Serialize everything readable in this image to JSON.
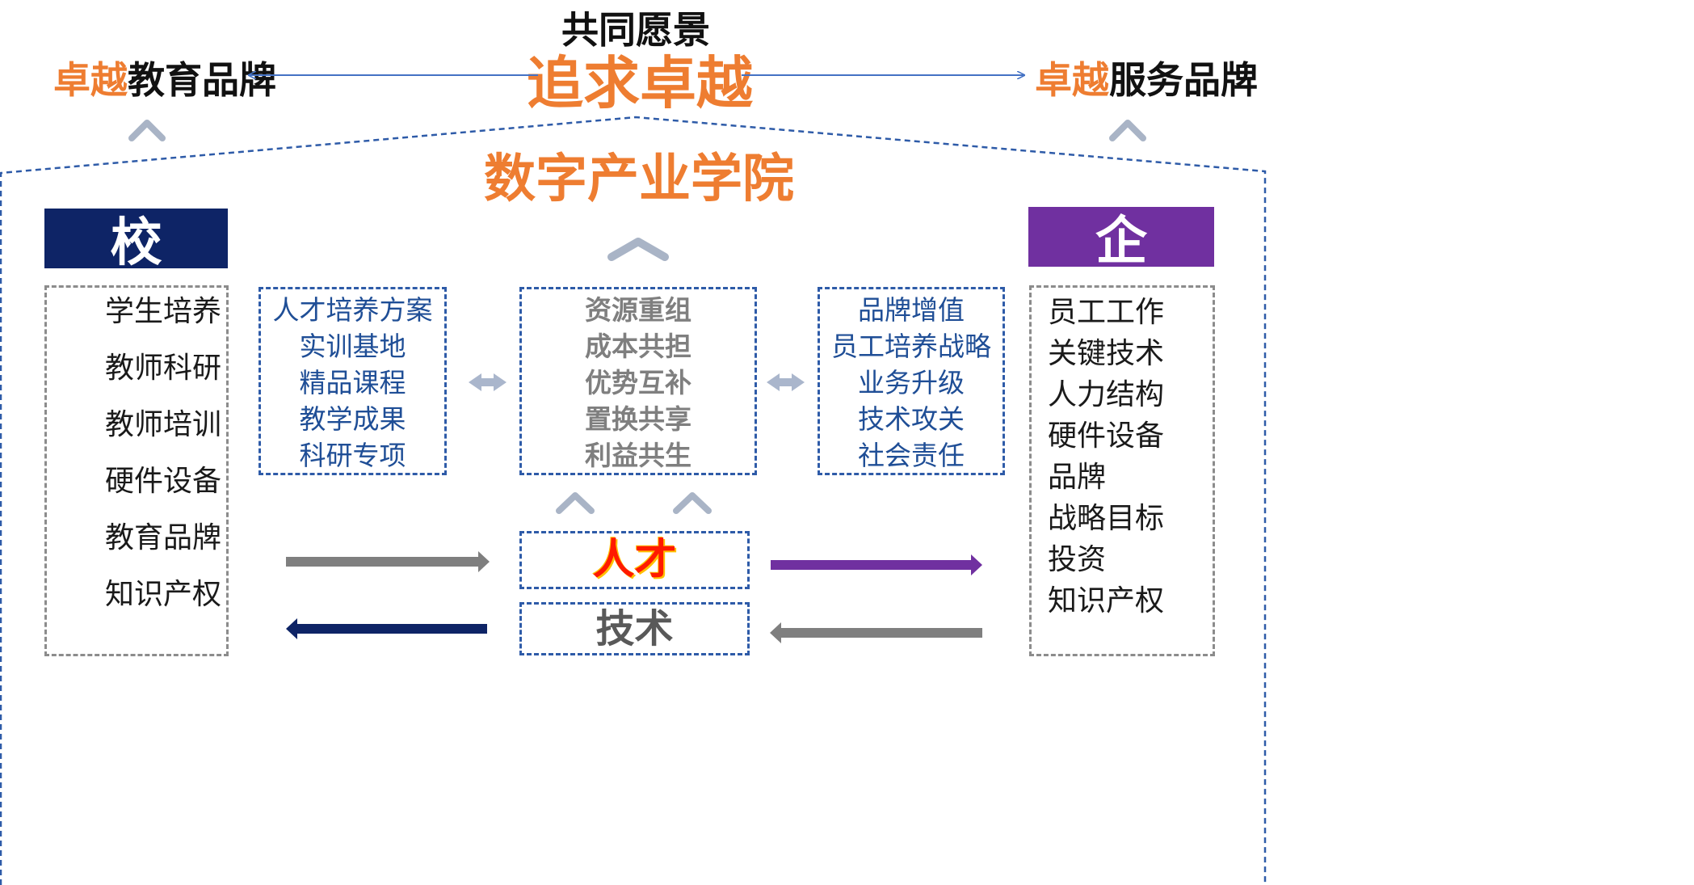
{
  "top": {
    "vision": "共同愿景",
    "center_title": "追求卓越",
    "left_brand_accent": "卓越",
    "left_brand_rest": "教育品牌",
    "right_brand_accent": "卓越",
    "right_brand_rest": "服务品牌"
  },
  "academy_title": "数字产业学院",
  "school": {
    "header": "校",
    "items": [
      "学生培养",
      "教师科研",
      "教师培训",
      "硬件设备",
      "教育品牌",
      "知识产权"
    ]
  },
  "enterprise": {
    "header": "企",
    "items": [
      "员工工作",
      "关键技术",
      "人力结构",
      "硬件设备",
      "品牌",
      "战略目标",
      "投资",
      "知识产权"
    ]
  },
  "school_outputs": [
    "人才培养方案",
    "实训基地",
    "精品课程",
    "教学成果",
    "科研专项"
  ],
  "shared": [
    "资源重组",
    "成本共担",
    "优势互补",
    "置换共享",
    "利益共生"
  ],
  "enterprise_outputs": [
    "品牌增值",
    "员工培养战略",
    "业务升级",
    "技术攻关",
    "社会责任"
  ],
  "talent_label": "人才",
  "tech_label": "技术",
  "colors": {
    "accent_orange": "#ee7d31",
    "school_navy": "#0e2466",
    "enterprise_purple": "#7030a0",
    "list_blue": "#1f4e96",
    "shared_gray": "#7f7f7f",
    "talent_red": "#ff1a00",
    "arrow_gray": "#7f7f7f",
    "double_arrow_gray": "#aab6cc",
    "chevron_gray": "#a9b4c6",
    "dash_blue": "#2e5ba8"
  }
}
